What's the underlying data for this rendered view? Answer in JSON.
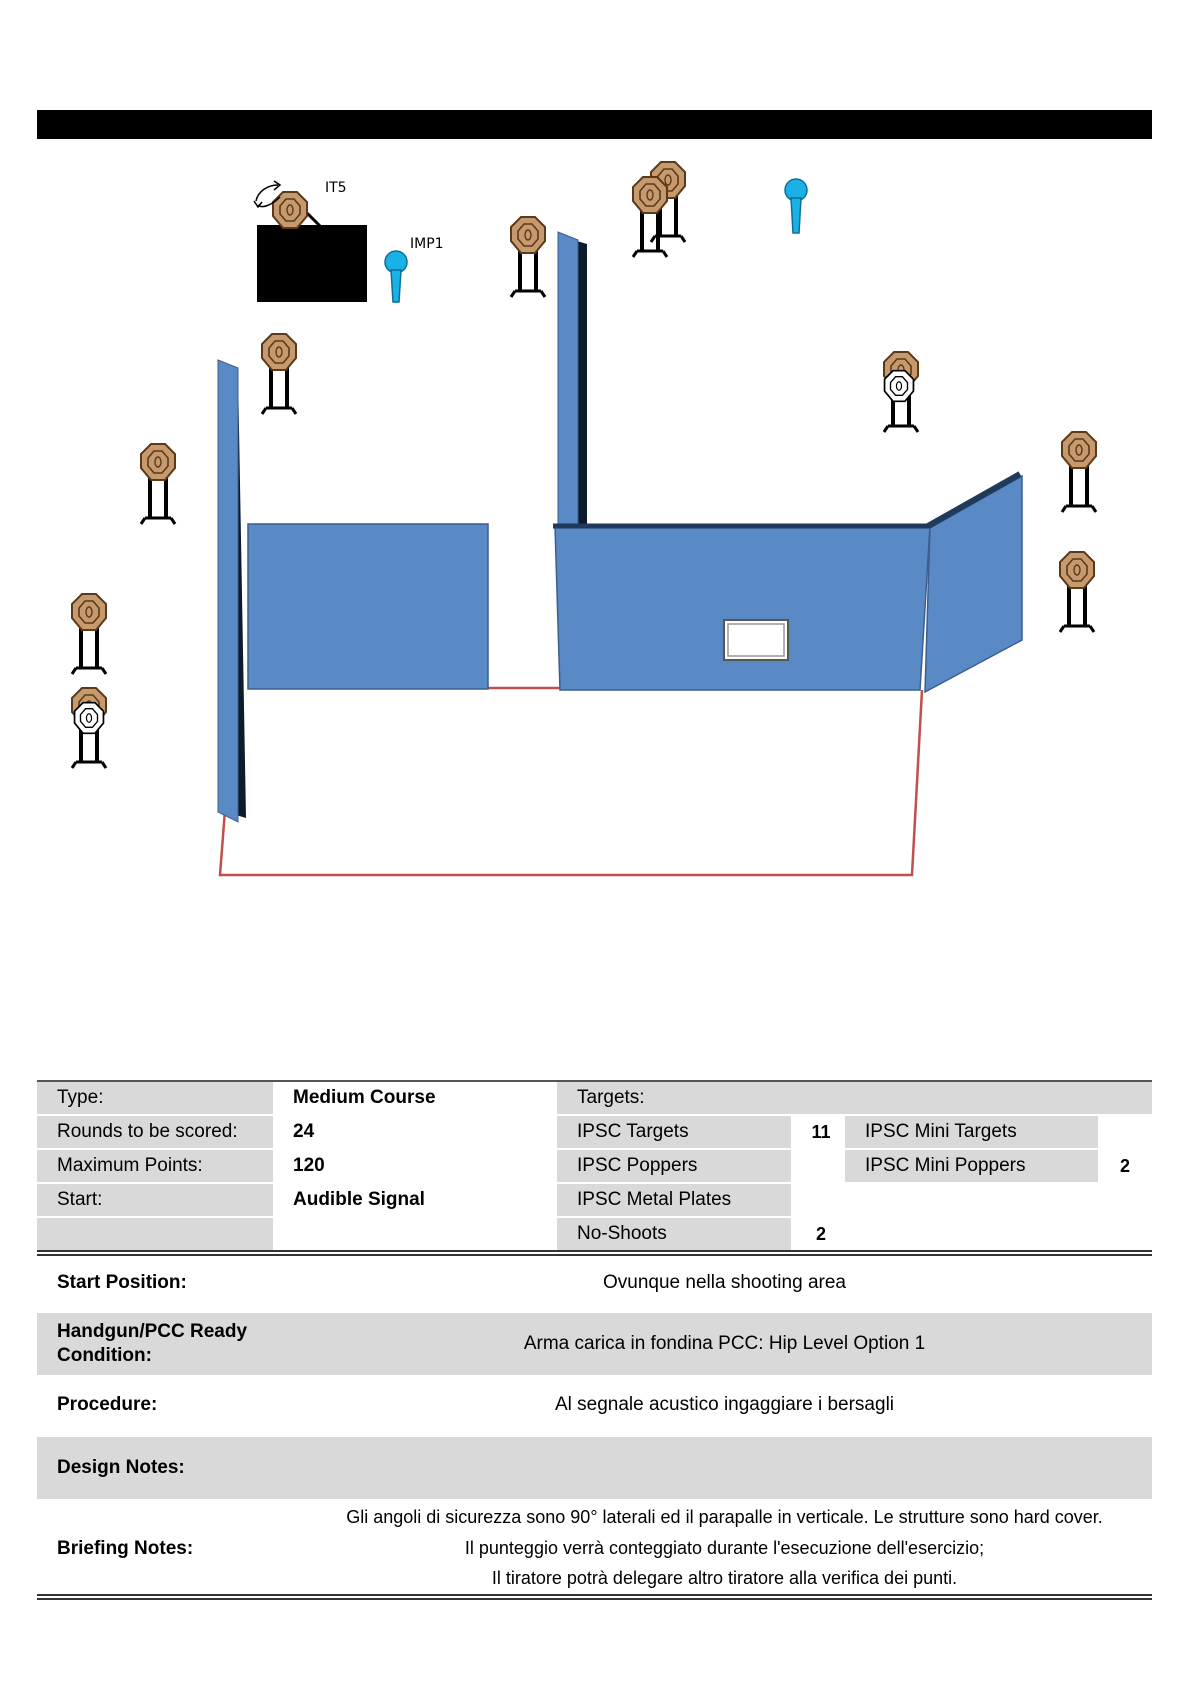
{
  "diagram": {
    "labels": {
      "it5": "IT5",
      "imp1": "IMP1"
    }
  },
  "info": {
    "type_label": "Type:",
    "type_value": "Medium Course",
    "rounds_label": "Rounds to be scored:",
    "rounds_value": "24",
    "max_label": "Maximum Points:",
    "max_value": "120",
    "start_label": "Start:",
    "start_value": "Audible Signal",
    "targets_label": "Targets:",
    "ipsc_targets_label": "IPSC Targets",
    "ipsc_targets_value": "11",
    "ipsc_poppers_label": "IPSC Poppers",
    "ipsc_metal_plates_label": "IPSC Metal Plates",
    "no_shoots_label": "No-Shoots",
    "no_shoots_value": "2",
    "mini_targets_label": "IPSC Mini Targets",
    "mini_poppers_label": "IPSC Mini Poppers",
    "mini_poppers_value": "2"
  },
  "notes": {
    "start_position_label": "Start Position:",
    "start_position_value": "Ovunque nella shooting area",
    "ready_label_1": "Handgun/PCC Ready",
    "ready_label_2": "Condition:",
    "ready_value": "Arma carica in fondina PCC: Hip Level Option 1",
    "procedure_label": "Procedure:",
    "procedure_value": "Al segnale acustico ingaggiare i bersagli",
    "design_label": "Design Notes:",
    "briefing_label": "Briefing Notes:",
    "briefing_lines": [
      "Gli angoli di sicurezza sono 90° laterali ed il parapalle in verticale. Le strutture sono hard cover.",
      "Il punteggio verrà conteggiato durante l'esecuzione dell'esercizio;",
      "Il tiratore potrà delegare altro tiratore alla verifica dei punti."
    ]
  }
}
